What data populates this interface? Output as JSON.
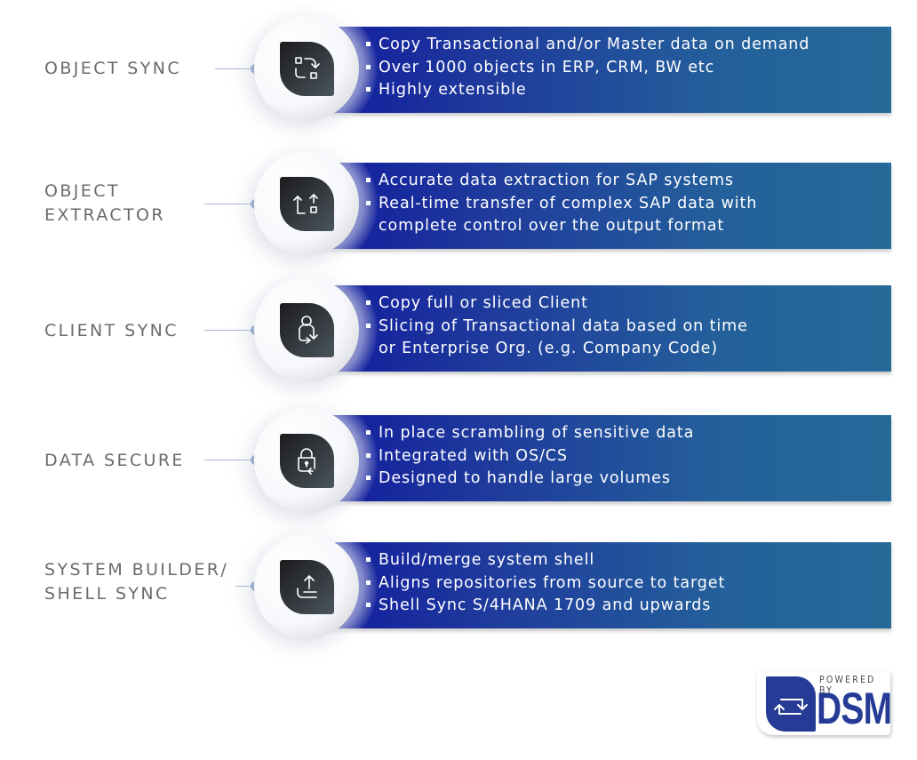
{
  "features": [
    {
      "id": "object-sync",
      "label": "OBJECT SYNC",
      "icon": "object-sync-icon",
      "bullets": [
        "Copy Transactional and/or Master data on demand",
        "Over 1000 objects in ERP, CRM, BW etc",
        "Highly extensible"
      ]
    },
    {
      "id": "object-extractor",
      "label": "OBJECT\nEXTRACTOR",
      "label_lines": [
        "OBJECT",
        "EXTRACTOR"
      ],
      "icon": "object-extractor-icon",
      "bullets": [
        "Accurate data extraction for SAP systems",
        "Real-time transfer of complex SAP data with",
        "complete control over the output format"
      ]
    },
    {
      "id": "client-sync",
      "label": "CLIENT SYNC",
      "icon": "client-sync-icon",
      "bullets": [
        "Copy full or sliced Client",
        "Slicing of Transactional data based on time",
        "or Enterprise Org. (e.g. Company Code)"
      ]
    },
    {
      "id": "data-secure",
      "label": "DATA SECURE",
      "icon": "lock-icon",
      "bullets": [
        "In place scrambling of sensitive data",
        "Integrated with OS/CS",
        "Designed to handle large volumes"
      ]
    },
    {
      "id": "system-builder",
      "label_lines": [
        "SYSTEM BUILDER/",
        "SHELL SYNC"
      ],
      "icon": "upload-shell-icon",
      "bullets": [
        "Build/merge system shell",
        "Aligns repositories from source to target",
        "Shell Sync S/4HANA 1709 and upwards"
      ]
    }
  ],
  "logo": {
    "powered_by": "POWERED BY",
    "brand": "DSM",
    "icon": "sync-arrows-icon"
  },
  "colors": {
    "banner_start": "#131e9e",
    "banner_end": "#266a99",
    "label_text": "#6b6b6b",
    "connector_dot": "#7f97c4",
    "tile_dark": "#1c1c1e",
    "logo_blue": "#253b95"
  }
}
